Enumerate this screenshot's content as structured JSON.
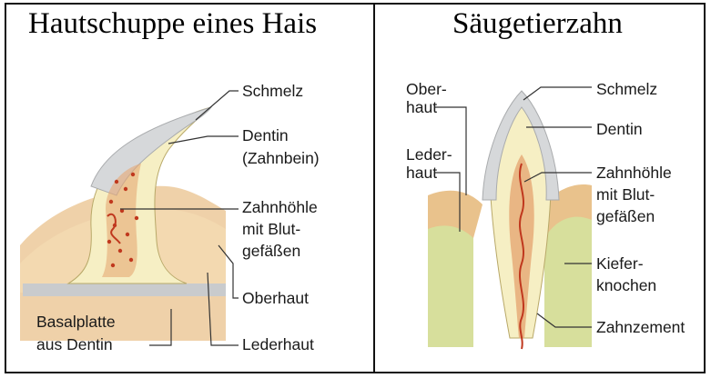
{
  "panels": {
    "left": {
      "title": "Hautschuppe eines Hais",
      "labels": {
        "schmelz": "Schmelz",
        "dentin_1": "Dentin",
        "dentin_2": "(Zahnbein)",
        "zahnhoehle_1": "Zahnhöhle",
        "zahnhoehle_2": "mit Blut-",
        "zahnhoehle_3": "gefäßen",
        "oberhaut": "Oberhaut",
        "basal_1": "Basalplatte",
        "basal_2": "aus Dentin",
        "lederhaut": "Lederhaut"
      }
    },
    "right": {
      "title": "Säugetierzahn",
      "labels": {
        "oberhaut_1": "Ober-",
        "oberhaut_2": "haut",
        "lederhaut_1": "Leder-",
        "lederhaut_2": "haut",
        "schmelz": "Schmelz",
        "dentin": "Dentin",
        "zahnhoehle_1": "Zahnhöhle",
        "zahnhoehle_2": "mit Blut-",
        "zahnhoehle_3": "gefäßen",
        "kiefer_1": "Kiefer-",
        "kiefer_2": "knochen",
        "zahnzement": "Zahnzement"
      }
    }
  },
  "colors": {
    "enamel": "#d6d8da",
    "dentin": "#f6efc4",
    "pulp": "#e6a874",
    "blood": "#c0381e",
    "dermis": "#e9c28c",
    "epidermis": "#f3d9b0",
    "bone": "#d7df9c",
    "basal_plate": "#c9cbcd"
  }
}
